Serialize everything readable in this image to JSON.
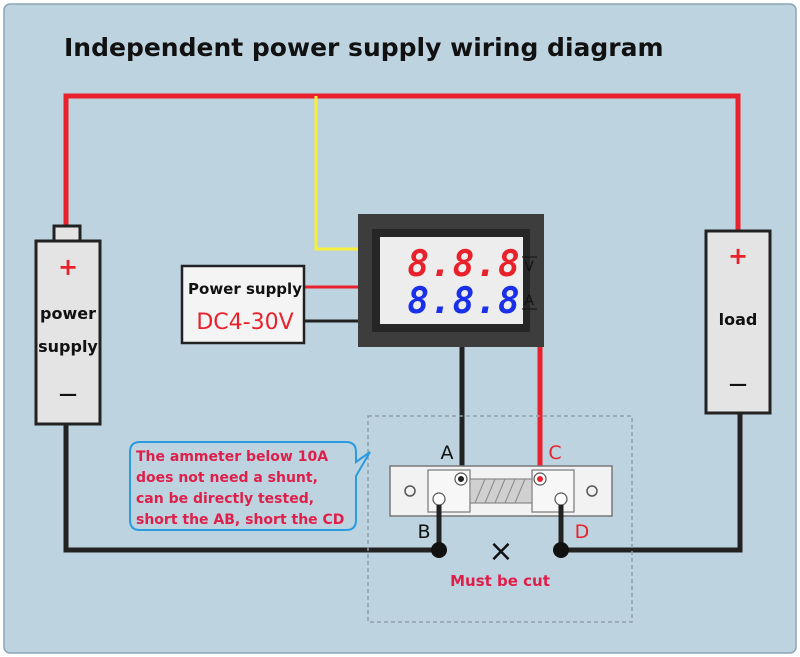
{
  "title": "Independent power supply wiring diagram",
  "battery": {
    "plus": "+",
    "label_line1": "power",
    "label_line2": "supply",
    "minus": "−"
  },
  "load": {
    "plus": "+",
    "label": "load",
    "minus": "−"
  },
  "power_module": {
    "title": "Power supply",
    "range": "DC4-30V"
  },
  "meter": {
    "voltage_reading": "8.8.8",
    "voltage_unit": "V",
    "current_reading": "8.8.8",
    "current_unit": "A"
  },
  "terminals": {
    "a": "A",
    "b": "B",
    "c": "C",
    "d": "D"
  },
  "cut": {
    "symbol": "×",
    "label": "Must be cut"
  },
  "note": {
    "line1": "The ammeter below 10A",
    "line2": "does not need a shunt,",
    "line3": "can be directly tested,",
    "line4": "short the AB, short the CD"
  },
  "colors": {
    "background": "#bdd3e0",
    "wire_red": "#e8212b",
    "wire_black": "#222222",
    "wire_yellow": "#f5ef3a",
    "voltage_digits": "#e8212b",
    "current_digits": "#1a2fe8",
    "note_text": "#e01e4a",
    "note_border": "#2a9be0"
  }
}
